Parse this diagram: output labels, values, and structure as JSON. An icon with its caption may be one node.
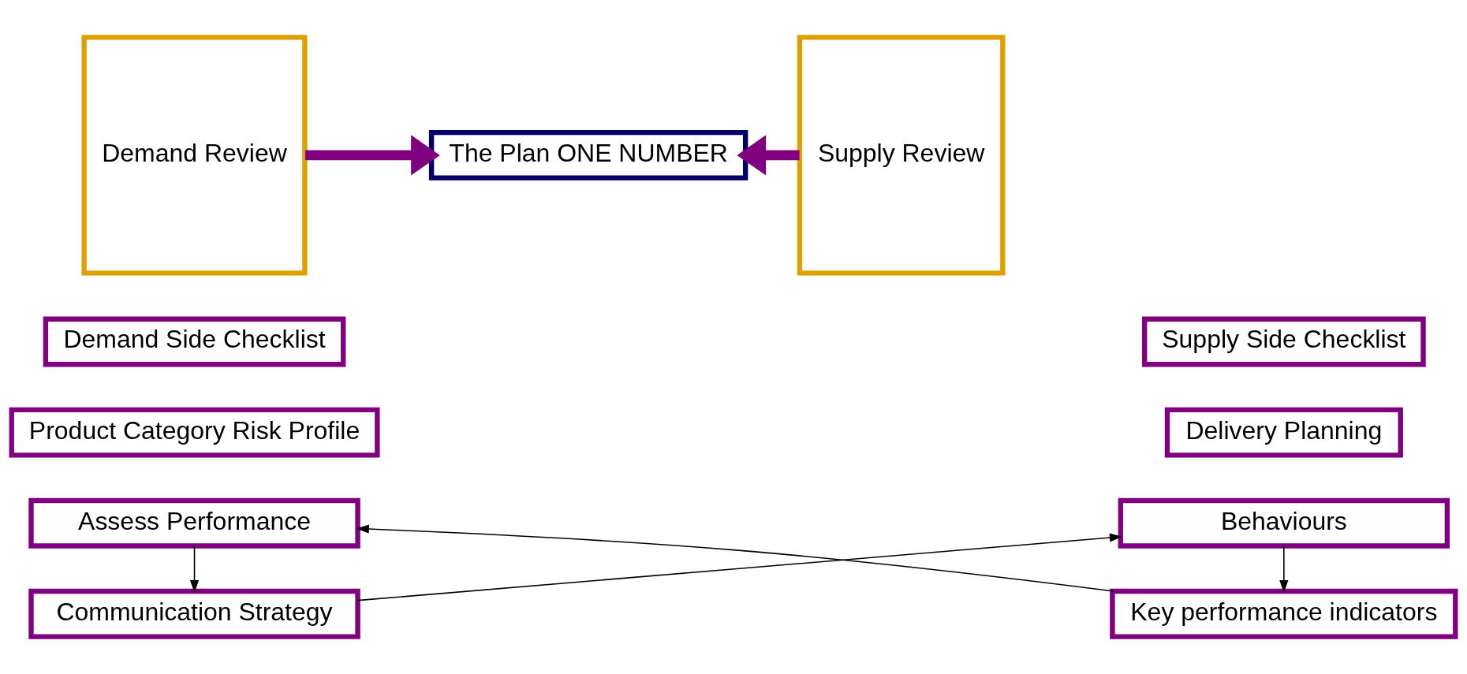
{
  "diagram": {
    "nodes": [
      {
        "text": [
          "Communication Strategy"
        ]
      },
      {
        "text": [
          "Behaviours"
        ]
      },
      {
        "text": [
          "Product Category Risk Profile"
        ]
      },
      {
        "text": [
          "Demand Side Checklist"
        ]
      },
      {
        "text": [
          "Demand Review"
        ]
      },
      {
        "text": [
          "The Plan ONE NUMBER"
        ]
      },
      {
        "text": [
          "Supply Review"
        ]
      },
      {
        "text": [
          "Delivery Planning"
        ]
      },
      {
        "text": [
          "Supply Side Checklist"
        ]
      },
      {
        "text": [
          "Key performance indicators"
        ]
      },
      {
        "text": [
          "Assess Performance"
        ]
      }
    ],
    "edges": [
      {
        "from": 0,
        "to": 1,
        "arrow": "to"
      },
      {
        "from": 1,
        "to": 9,
        "arrow": "to"
      },
      {
        "from": 9,
        "to": 10,
        "arrow": "to"
      },
      {
        "from": 10,
        "to": 0,
        "arrow": "to"
      },
      {
        "from": 4,
        "to": 5,
        "arrow": "to",
        "style": "thick",
        "color": "#800080"
      },
      {
        "from": 6,
        "to": 5,
        "arrow": "to",
        "style": "thick",
        "color": "#800080"
      }
    ]
  }
}
